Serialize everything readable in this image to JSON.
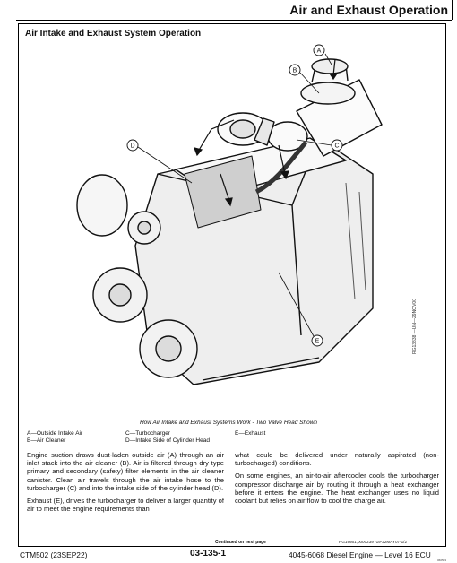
{
  "header": {
    "title": "Air and Exhaust Operation"
  },
  "section": {
    "title": "Air Intake and Exhaust System Operation"
  },
  "figure": {
    "callouts": [
      "A",
      "B",
      "C",
      "D",
      "E"
    ],
    "caption": "How Air Intake and Exhaust Systems Work - Two Valve Head Shown",
    "side_code": "RG13838 —UN—29NOV00"
  },
  "legend": {
    "a": "A—Outside Intake Air",
    "b": "B—Air Cleaner",
    "c": "C—Turbocharger",
    "d": "D—Intake Side of Cylinder Head",
    "e": "E—Exhaust"
  },
  "body": {
    "left_p1": "Engine suction draws dust-laden outside air (A) through an air inlet stack into the air cleaner (B). Air is filtered through dry type primary and secondary (safety) filter elements in the air cleaner canister. Clean air travels through the air intake hose to the turbocharger (C) and into the intake side of the cylinder head (D).",
    "left_p2": "Exhaust (E), drives the turbocharger to deliver a larger quantity of air to meet the engine requirements than",
    "right_p1": "what could be delivered under naturally aspirated (non-turbocharged) conditions.",
    "right_p2": "On some engines, an air-to-air aftercooler cools the turbocharger compressor discharge air by routing it through a heat exchanger before it enters the engine. The heat exchanger uses no liquid coolant but relies on air flow to cool the charge air."
  },
  "continued": "Continued on next page",
  "ref_code": "RG19661,0000239 -19-22MAY07-1/2",
  "footer": {
    "left": "CTM502 (23SEP22)",
    "page": "03-135-1",
    "right": "4045-6068 Diesel Engine — Level 16 ECU",
    "small": "060503"
  }
}
